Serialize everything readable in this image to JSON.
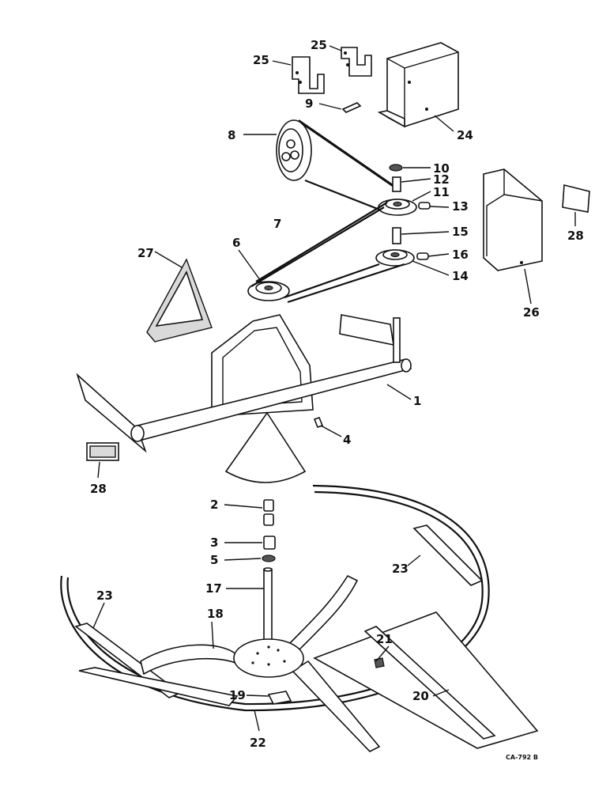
{
  "diagram": {
    "drawing_code": "CA-792 B",
    "callouts": {
      "c1": "1",
      "c2": "2",
      "c3": "3",
      "c4": "4",
      "c5": "5",
      "c6": "6",
      "c7": "7",
      "c8": "8",
      "c9": "9",
      "c10": "10",
      "c11": "11",
      "c12": "12",
      "c13": "13",
      "c14": "14",
      "c15": "15",
      "c16": "16",
      "c17": "17",
      "c18": "18",
      "c19": "19",
      "c20": "20",
      "c21": "21",
      "c22": "22",
      "c23a": "23",
      "c23b": "23",
      "c24": "24",
      "c25a": "25",
      "c25b": "25",
      "c26": "26",
      "c27": "27",
      "c28a": "28",
      "c28b": "28"
    }
  }
}
